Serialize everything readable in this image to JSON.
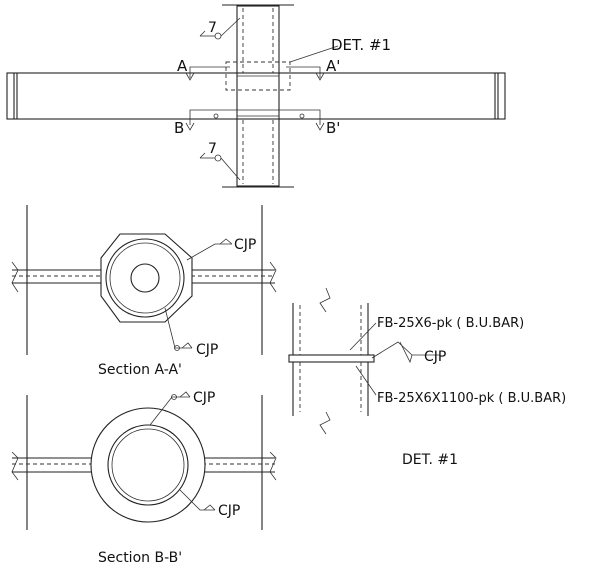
{
  "labels": {
    "weld_num_top": "7",
    "weld_num_bottom": "7",
    "det_ref": "DET. #1",
    "cut_a_left": "A",
    "cut_a_right": "A'",
    "cut_b_left": "B",
    "cut_b_right": "B'",
    "section_a_title": "Section A-A'",
    "section_b_title": "Section B-B'",
    "det_title": "DET. #1"
  },
  "callouts": {
    "cjp_a_top": "CJP",
    "cjp_a_bottom": "CJP",
    "cjp_b_top": "CJP",
    "cjp_b_bottom": "CJP",
    "cjp_det": "CJP",
    "det_bar_top": "FB-25X6-pk ( B.U.BAR)",
    "det_bar_bottom": "FB-25X6X1100-pk ( B.U.BAR)"
  }
}
